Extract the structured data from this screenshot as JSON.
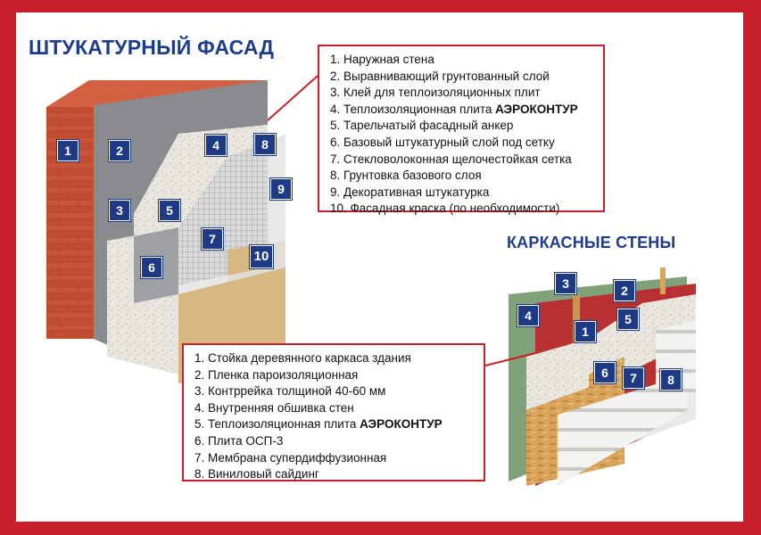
{
  "facade": {
    "title": "ШТУКАТУРНЫЙ ФАСАД",
    "items": [
      {
        "text": "1. Наружная стена"
      },
      {
        "text": "2. Выравнивающий грунтованный слой"
      },
      {
        "text": "3. Клей для теплоизоляционных плит"
      },
      {
        "text": "4. Теплоизоляционная плита ",
        "bold": "АЭРОКОНТУР"
      },
      {
        "text": "5. Тарельчатый фасадный анкер"
      },
      {
        "text": "6. Базовый штукатурный слой под сетку"
      },
      {
        "text": "7. Стекловолоконная щелочестойкая сетка"
      },
      {
        "text": "8. Грунтовка базового слоя"
      },
      {
        "text": "9. Декоративная штукатурка"
      },
      {
        "text": "10. Фасадная краска (по необходимости)"
      }
    ],
    "markers": [
      "1",
      "2",
      "3",
      "4",
      "5",
      "6",
      "7",
      "8",
      "9",
      "10"
    ]
  },
  "frame_wall": {
    "title": "КАРКАСНЫЕ СТЕНЫ",
    "items": [
      {
        "text": "1. Стойка деревянного каркаса здания"
      },
      {
        "text": "2. Пленка пароизоляционная"
      },
      {
        "text": "3. Контррейка толщиной 40-60 мм"
      },
      {
        "text": "4. Внутренняя обшивка стен"
      },
      {
        "text": "5. Теплоизоляционная плита ",
        "bold": "АЭРОКОНТУР"
      },
      {
        "text": "6. Плита ОСП-3"
      },
      {
        "text": "7. Мембрана супердиффузионная"
      },
      {
        "text": "8. Виниловый сайдинг"
      }
    ],
    "markers": [
      "1",
      "2",
      "3",
      "4",
      "5",
      "6",
      "7",
      "8"
    ]
  },
  "colors": {
    "frame_border": "#c8202a",
    "marker_bg": "#1f3a84",
    "title": "#1e3c8c"
  }
}
